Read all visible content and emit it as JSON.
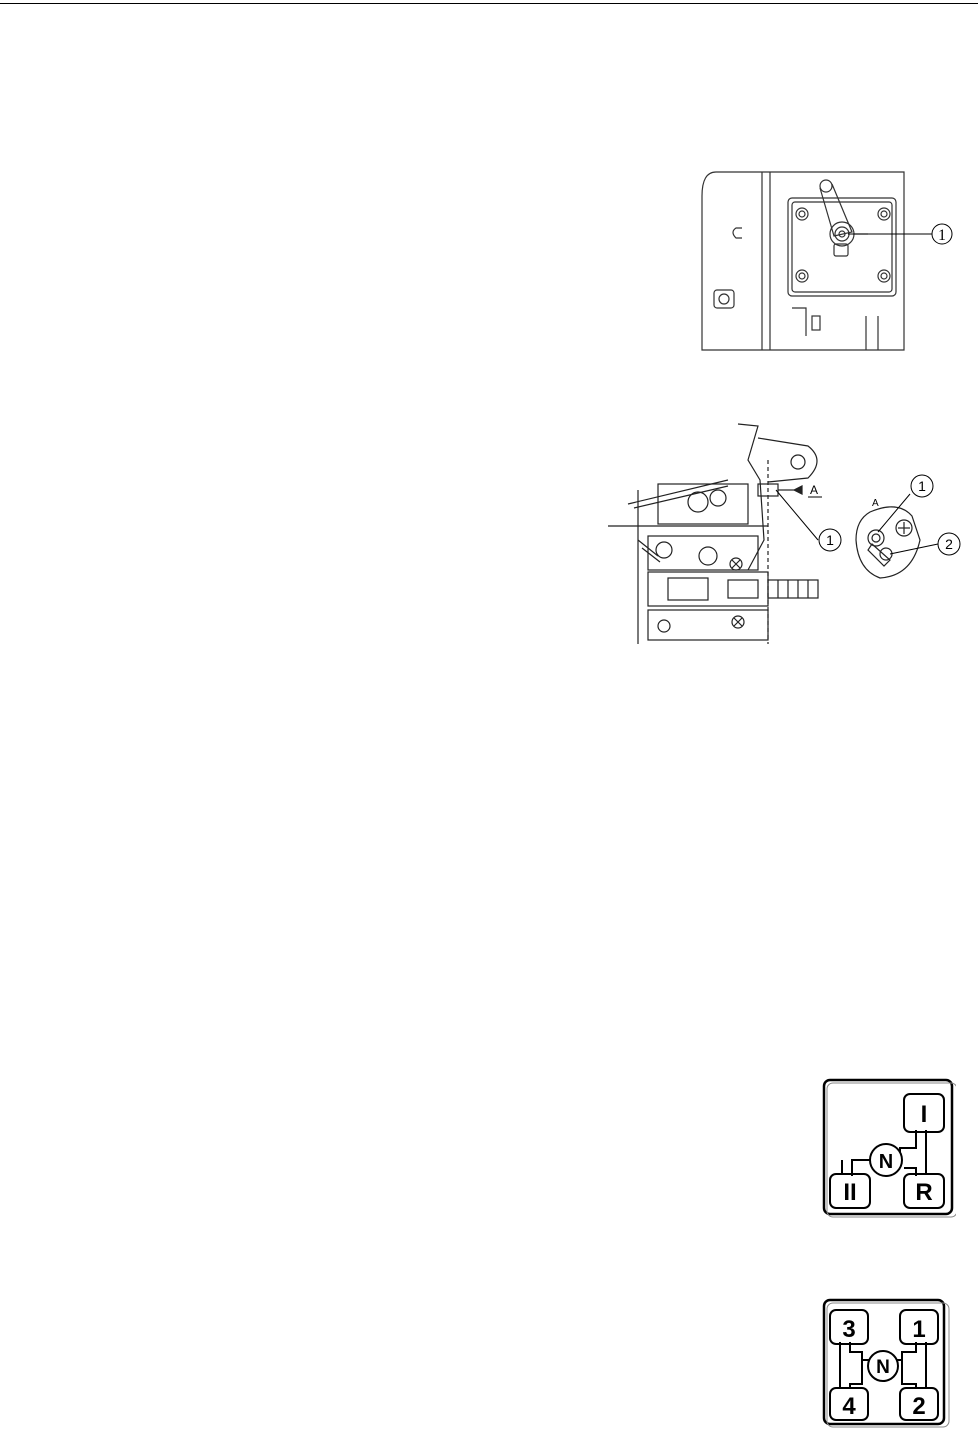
{
  "figure1": {
    "callouts": [
      "1"
    ]
  },
  "figure2": {
    "view_label": "A",
    "detail_label": "A",
    "callouts": [
      "1",
      "1",
      "2"
    ]
  },
  "shift_pattern_range": {
    "positions": [
      "I",
      "N",
      "II",
      "R"
    ]
  },
  "shift_pattern_gear": {
    "positions": [
      "3",
      "1",
      "N",
      "4",
      "2"
    ]
  }
}
